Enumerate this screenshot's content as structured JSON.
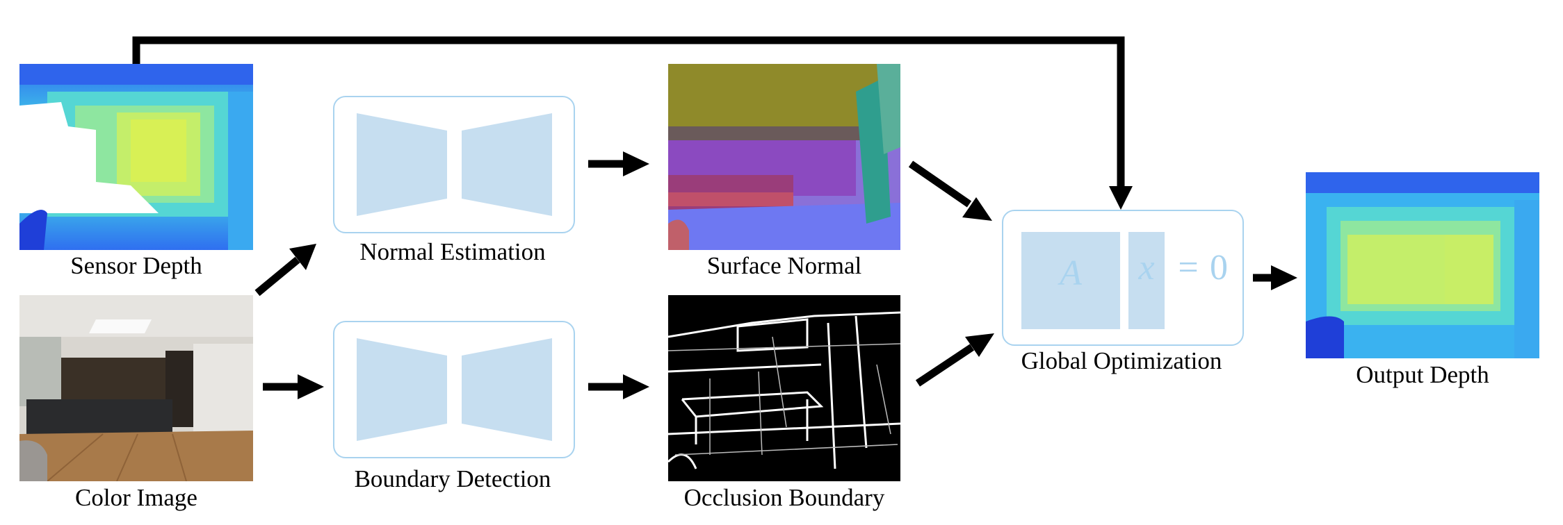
{
  "labels": {
    "sensor_depth": "Sensor Depth",
    "color_image": "Color Image",
    "normal_estimation": "Normal Estimation",
    "boundary_detection": "Boundary Detection",
    "surface_normal": "Surface Normal",
    "occlusion_boundary": "Occlusion Boundary",
    "global_optimization": "Global Optimization",
    "output_depth": "Output Depth"
  },
  "equation": {
    "matrix_symbol": "A",
    "vector_symbol": "x",
    "equals": "=",
    "rhs": "0"
  },
  "colors": {
    "network_fill": "#c6def0",
    "box_border": "#a9d3ef",
    "equation_text": "#a9d3ef",
    "arrow": "#000000"
  }
}
